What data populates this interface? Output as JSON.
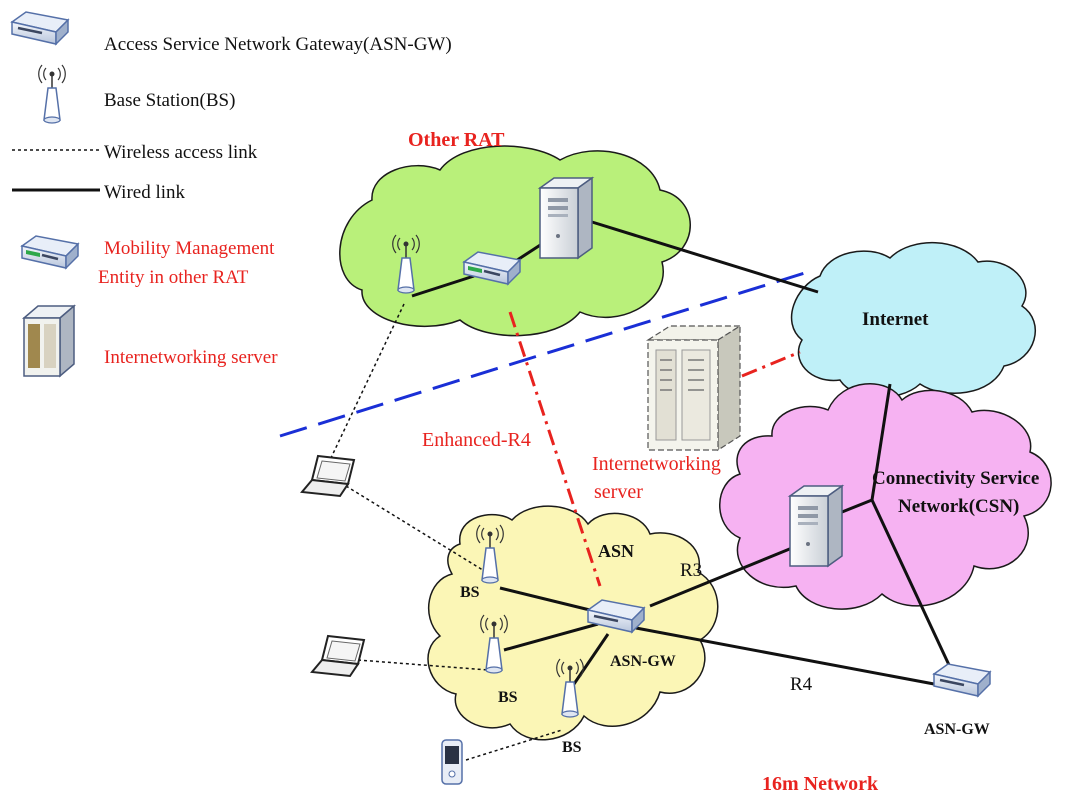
{
  "legend": {
    "asn_gw": "Access Service Network Gateway(ASN-GW)",
    "bs": "Base Station(BS)",
    "wireless": "Wireless access link",
    "wired": "Wired link",
    "mme_line1": "Mobility Management",
    "mme_line2": "Entity in other RAT",
    "iws": "Internetworking server"
  },
  "clouds": {
    "other_rat": "Other RAT",
    "internet": "Internet",
    "csn_line1": "Connectivity Service",
    "csn_line2": "Network(CSN)",
    "asn": "ASN",
    "network_16m": "16m Network"
  },
  "labels": {
    "enhanced_r4": "Enhanced-R4",
    "iws_line1": "Internetworking",
    "iws_line2": "server",
    "r3": "R3",
    "r4": "R4",
    "bs": "BS",
    "asn_gw": "ASN-GW"
  },
  "colors": {
    "other_rat_cloud": "#b9f07a",
    "internet_cloud": "#bff0f8",
    "csn_cloud": "#f6b2f2",
    "asn_cloud": "#fbf6b6",
    "red": "#e8231f",
    "blue_dash": "#1a2fd6"
  }
}
